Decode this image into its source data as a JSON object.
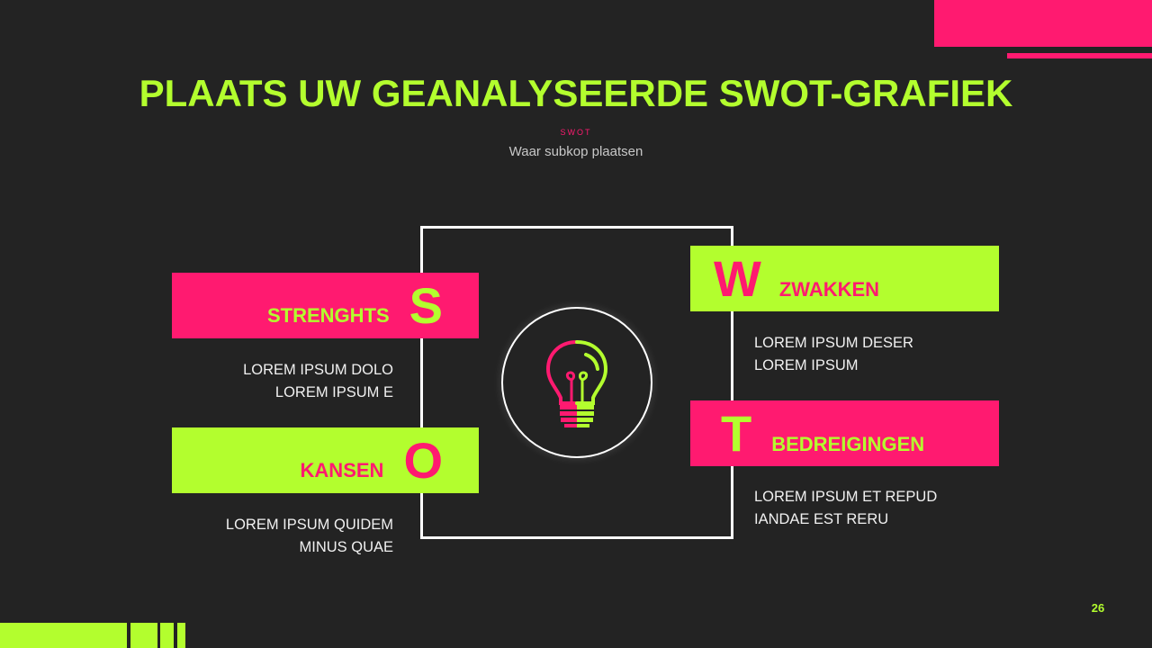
{
  "slide": {
    "title": "PLAATS UW GEANALYSEERDE SWOT-GRAFIEK",
    "kicker": "SWOT",
    "subtitle": "Waar subkop plaatsen",
    "page_number": "26"
  },
  "colors": {
    "background": "#232323",
    "pink": "#ff1a70",
    "lime": "#b3fe2e",
    "white": "#ffffff"
  },
  "swot": {
    "strengths": {
      "letter": "S",
      "label": "STRENGHTS",
      "lines": [
        "LOREM IPSUM DOLO",
        "LOREM IPSUM E"
      ]
    },
    "weaknesses": {
      "letter": "W",
      "label": "ZWAKKEN",
      "lines": [
        "LOREM IPSUM DESER",
        "LOREM IPSUM"
      ]
    },
    "opportunities": {
      "letter": "O",
      "label": "KANSEN",
      "lines": [
        "LOREM IPSUM QUIDEM",
        "MINUS QUAE"
      ]
    },
    "threats": {
      "letter": "T",
      "label": "BEDREIGINGEN",
      "lines": [
        "LOREM IPSUM ET REPUD",
        "IANDAE EST RERU"
      ]
    }
  },
  "center_icon": "lightbulb-icon"
}
